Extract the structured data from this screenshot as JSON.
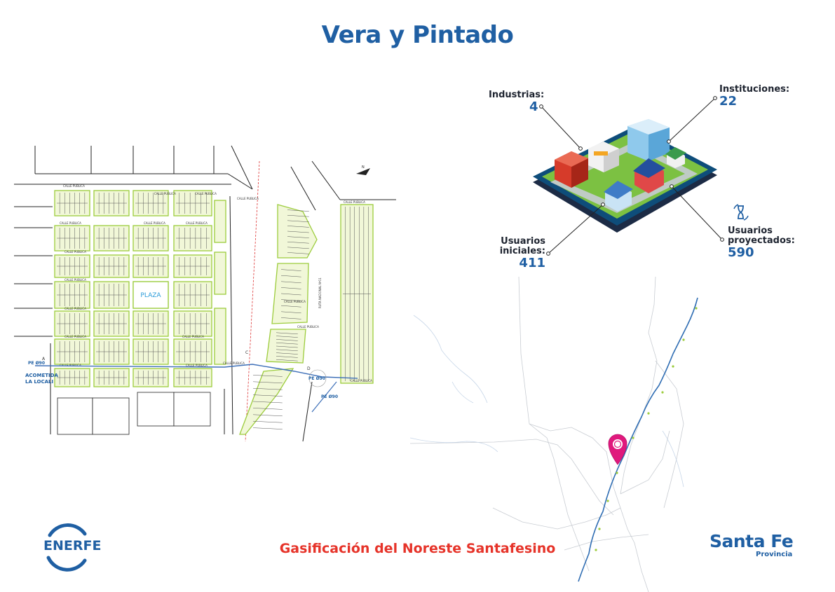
{
  "title": "Vera y Pintado",
  "footer": "Gasificación del Noreste Santafesino",
  "logos": {
    "enerfe": "ENERFE",
    "santa_fe": "Santa Fe",
    "santa_fe_sub": "Provincia"
  },
  "stats": {
    "industrias": {
      "label": "Industrias:",
      "value": "4"
    },
    "instituciones": {
      "label": "Instituciones:",
      "value": "22"
    },
    "usuarios_iniciales": {
      "label1": "Usuarios",
      "label2": "iniciales:",
      "value": "411"
    },
    "usuarios_proyectados": {
      "label1": "Usuarios",
      "label2": "proyectados:",
      "value": "590"
    }
  },
  "town_plan": {
    "plaza_label": "PLAZA",
    "street_label": "CALLE PUBLICA",
    "acometida_line1": "ACOMETIDA",
    "acometida_line2": "LA LOCALI",
    "pipe_label": "PE Ø90",
    "point_a": "A",
    "point_d": "D",
    "point_c": "C",
    "ruta_label": "RUTA NACIONAL Nº11",
    "north_label": "N"
  },
  "colors": {
    "primary_blue": "#1f5fa3",
    "accent_red": "#e63329",
    "pin_magenta": "#e0197d",
    "block_fill": "#f1f7d8",
    "block_stroke": "#9ccc3c"
  },
  "icons": {
    "map_pin": "map-pin-icon",
    "hourglass": "hourglass-icon",
    "north_arrow": "north-arrow-icon"
  }
}
